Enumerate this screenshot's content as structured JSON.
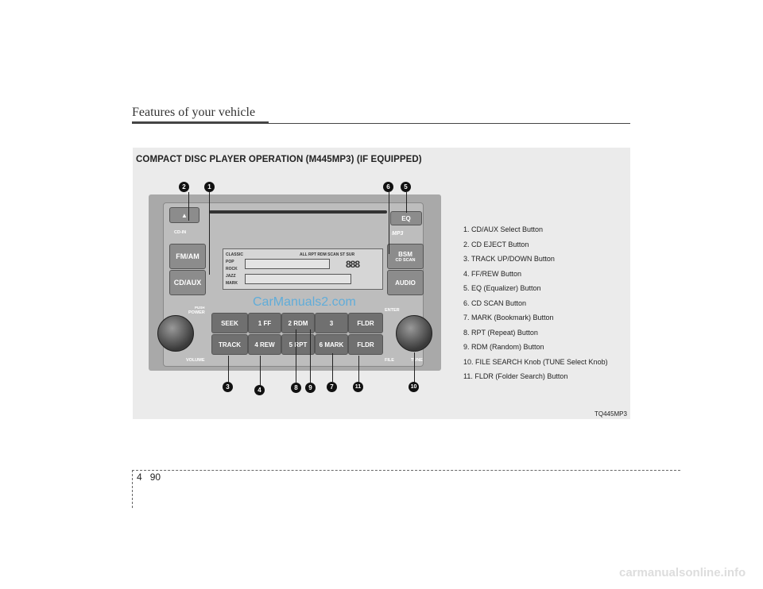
{
  "header": {
    "section_title": "Features of your vehicle"
  },
  "section": {
    "title": "COMPACT DISC PLAYER OPERATION (M445MP3) (IF EQUIPPED)",
    "figure_code": "TQ445MP3"
  },
  "legend": [
    "1. CD/AUX Select Button",
    "2. CD EJECT Button",
    "3. TRACK UP/DOWN Button",
    "4. FF/REW Button",
    "5. EQ (Equalizer) Button",
    "6. CD SCAN Button",
    "7. MARK (Bookmark) Button",
    "8. RPT (Repeat) Button",
    "9. RDM (Random) Button",
    "10. FILE SEARCH Knob (TUNE Select Knob)",
    "11. FLDR (Folder Search) Button"
  ],
  "radio": {
    "eject": "▲",
    "cd_in": "CD-IN",
    "fm_am": "FM/AM",
    "cd_aux": "CD/AUX",
    "eq": "EQ",
    "mp3": "MP3",
    "bsm": "BSM",
    "cd_scan": "CD SCAN",
    "audio": "AUDIO",
    "push": "PUSH",
    "power": "POWER",
    "volume": "VOLUME",
    "enter": "ENTER",
    "file": "FILE",
    "tune": "TUNE",
    "seek": "SEEK",
    "track": "TRACK",
    "b1": "1 FF",
    "b2": "2 RDM",
    "b3": "3",
    "b4": "4 REW",
    "b5": "5 RPT",
    "b6": "6 MARK",
    "fldr_up": "FLDR",
    "fldr_down": "FLDR",
    "display": {
      "eq_modes": [
        "CLASSIC",
        "POP",
        "ROCK",
        "JAZZ",
        "MARK"
      ],
      "flags": "ALL RPT RDM SCAN ST SUR",
      "segment": "888"
    }
  },
  "callouts": [
    "2",
    "1",
    "6",
    "5",
    "3",
    "4",
    "8",
    "9",
    "7",
    "11",
    "10"
  ],
  "overlay_text": "CarManuals2.com",
  "page": {
    "chapter": "4",
    "number": "90"
  },
  "watermark": "carmanualsonline.info"
}
